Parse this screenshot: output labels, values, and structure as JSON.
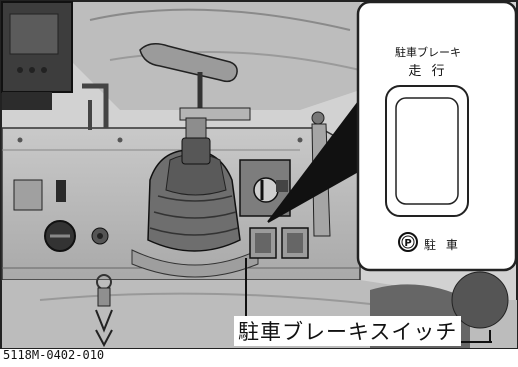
{
  "inset": {
    "title": "駐車ブレーキ",
    "subtitle": "走 行",
    "park_symbol": "P",
    "bottom_label": "駐 車"
  },
  "callout_label": "駐車ブレーキスイッチ",
  "figure_code": "5118M-0402-010"
}
